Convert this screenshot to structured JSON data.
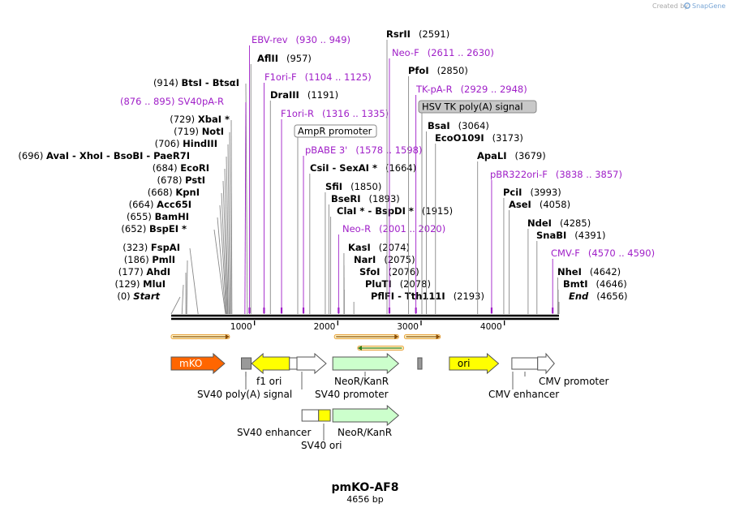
{
  "credit": {
    "created_by": "Created by",
    "brand": "SnapGene"
  },
  "title": "pmKO-AF8",
  "length_label": "4656 bp",
  "ruler": {
    "start": 0,
    "end": 4656,
    "ticks": [
      "1000",
      "2000",
      "3000",
      "4000"
    ]
  },
  "colors": {
    "primer": "#a020c8",
    "mKO": "#ff6600",
    "yellow": "#ffff00",
    "neo": "#ccffcc",
    "gray": "#999999",
    "orf": "#e8a23c"
  },
  "left_sites": [
    {
      "name": "Start",
      "pos": "(0)",
      "bp": 0,
      "italic": true
    },
    {
      "name": "MluI",
      "pos": "(129)",
      "bp": 129
    },
    {
      "name": "AhdI",
      "pos": "(177)",
      "bp": 177
    },
    {
      "name": "PmlI",
      "pos": "(186)",
      "bp": 186
    },
    {
      "name": "FspAI",
      "pos": "(323)",
      "bp": 323
    },
    {
      "name": "BspEI *",
      "pos": "(652)",
      "bp": 652
    },
    {
      "name": "BamHI",
      "pos": "(655)",
      "bp": 655
    },
    {
      "name": "Acc65I",
      "pos": "(664)",
      "bp": 664
    },
    {
      "name": "KpnI",
      "pos": "(668)",
      "bp": 668
    },
    {
      "name": "PstI",
      "pos": "(678)",
      "bp": 678
    },
    {
      "name": "EcoRI",
      "pos": "(684)",
      "bp": 684
    },
    {
      "name": "AvaI  - XhoI  - BsoBI  - PaeR7I",
      "pos": "(696)",
      "bp": 696
    },
    {
      "name": "HindIII",
      "pos": "(706)",
      "bp": 706
    },
    {
      "name": "NotI",
      "pos": "(719)",
      "bp": 719
    },
    {
      "name": "XbaI *",
      "pos": "(729)",
      "bp": 729
    },
    {
      "name": "BtsI  - BtsαI",
      "pos": "(914)",
      "bp": 914
    }
  ],
  "right_sites": [
    {
      "name": "SV40pA-R",
      "pos": "(876 .. 895)",
      "bp": 885,
      "primer": true,
      "side": "left"
    },
    {
      "name": "EBV-rev",
      "pos": "(930 .. 949)",
      "bp": 940,
      "primer": true
    },
    {
      "name": "AflII",
      "pos": "(957)",
      "bp": 957
    },
    {
      "name": "F1ori-F",
      "pos": "(1104 .. 1125)",
      "bp": 1115,
      "primer": true
    },
    {
      "name": "DraIII",
      "pos": "(1191)",
      "bp": 1191
    },
    {
      "name": "F1ori-R",
      "pos": "(1316 .. 1335)",
      "bp": 1325,
      "primer": true
    },
    {
      "name": "pBABE 3'",
      "pos": "(1578 .. 1598)",
      "bp": 1588,
      "primer": true
    },
    {
      "name": "CsiI  - SexAI *",
      "pos": "(1664)",
      "bp": 1664
    },
    {
      "name": "SfiI",
      "pos": "(1850)",
      "bp": 1850
    },
    {
      "name": "BseRI",
      "pos": "(1893)",
      "bp": 1893
    },
    {
      "name": "ClaI *  - BspDI *",
      "pos": "(1915)",
      "bp": 1915
    },
    {
      "name": "Neo-R",
      "pos": "(2001 .. 2020)",
      "bp": 2010,
      "primer": true
    },
    {
      "name": "KasI",
      "pos": "(2074)",
      "bp": 2074
    },
    {
      "name": "NarI",
      "pos": "(2075)",
      "bp": 2075
    },
    {
      "name": "SfoI",
      "pos": "(2076)",
      "bp": 2076
    },
    {
      "name": "PluTI",
      "pos": "(2078)",
      "bp": 2078
    },
    {
      "name": "PflFI  - Tth111I",
      "pos": "(2193)",
      "bp": 2193
    },
    {
      "name": "RsrII",
      "pos": "(2591)",
      "bp": 2591
    },
    {
      "name": "Neo-F",
      "pos": "(2611 .. 2630)",
      "bp": 2620,
      "primer": true
    },
    {
      "name": "PfoI",
      "pos": "(2850)",
      "bp": 2850
    },
    {
      "name": "TK-pA-R",
      "pos": "(2929 .. 2948)",
      "bp": 2938,
      "primer": true
    },
    {
      "name": "BsaI",
      "pos": "(3064)",
      "bp": 3064
    },
    {
      "name": "EcoO109I",
      "pos": "(3173)",
      "bp": 3173
    },
    {
      "name": "ApaLI",
      "pos": "(3679)",
      "bp": 3679
    },
    {
      "name": "pBR322ori-F",
      "pos": "(3838 .. 3857)",
      "bp": 3847,
      "primer": true
    },
    {
      "name": "PciI",
      "pos": "(3993)",
      "bp": 3993
    },
    {
      "name": "AseI",
      "pos": "(4058)",
      "bp": 4058
    },
    {
      "name": "NdeI",
      "pos": "(4285)",
      "bp": 4285
    },
    {
      "name": "SnaBI",
      "pos": "(4391)",
      "bp": 4391
    },
    {
      "name": "CMV-F",
      "pos": "(4570 .. 4590)",
      "bp": 4580,
      "primer": true
    },
    {
      "name": "NheI",
      "pos": "(4642)",
      "bp": 4642
    },
    {
      "name": "BmtI",
      "pos": "(4646)",
      "bp": 4646
    },
    {
      "name": "End",
      "pos": "(4656)",
      "bp": 4656,
      "italic": true
    }
  ],
  "boxed_labels": [
    {
      "text": "AmpR promoter",
      "bp": 1450,
      "style": "white"
    },
    {
      "text": "HSV TK poly(A) signal",
      "bp": 3000,
      "style": "gray"
    }
  ],
  "features": [
    {
      "label": "mKO",
      "kind": "arrow",
      "start": 0,
      "end": 642,
      "row": 0,
      "color": "#ff6600",
      "inside": true
    },
    {
      "label": "",
      "kind": "box",
      "start": 843,
      "end": 960,
      "row": 0,
      "color": "#999999"
    },
    {
      "label": "",
      "kind": "arrow-rev",
      "start": 966,
      "end": 1420,
      "row": 0,
      "color": "#ffff00"
    },
    {
      "label": "",
      "kind": "box",
      "start": 1420,
      "end": 1510,
      "row": 0,
      "color": "#ffffff"
    },
    {
      "label": "",
      "kind": "arrow",
      "start": 1510,
      "end": 1860,
      "row": 0,
      "color": "#ffffff"
    },
    {
      "label": "",
      "kind": "arrow",
      "start": 1940,
      "end": 2730,
      "row": 0,
      "color": "#ccffcc"
    },
    {
      "label": "",
      "kind": "box",
      "start": 2960,
      "end": 3010,
      "row": 0,
      "color": "#999999"
    },
    {
      "label": "ori",
      "kind": "arrow",
      "start": 3340,
      "end": 3930,
      "row": 0,
      "color": "#ffff00",
      "inside": true
    },
    {
      "label": "",
      "kind": "box",
      "start": 4090,
      "end": 4400,
      "row": 0,
      "color": "#ffffff"
    },
    {
      "label": "",
      "kind": "arrow",
      "start": 4400,
      "end": 4600,
      "row": 0,
      "color": "#ffffff"
    },
    {
      "label": "",
      "kind": "box",
      "start": 1570,
      "end": 1770,
      "row": 1,
      "color": "#ffffff"
    },
    {
      "label": "",
      "kind": "box",
      "start": 1770,
      "end": 1910,
      "row": 1,
      "color": "#ffff00"
    },
    {
      "label": "",
      "kind": "arrow",
      "start": 1940,
      "end": 2730,
      "row": 1,
      "color": "#ccffcc"
    }
  ],
  "feature_labels": [
    {
      "text": "f1 ori",
      "bp": 1180,
      "row": 0,
      "line": 1
    },
    {
      "text": "SV40 poly(A) signal",
      "bp": 900,
      "row": 0,
      "line": 2
    },
    {
      "text": "NeoR/KanR",
      "bp": 2300,
      "row": 0,
      "line": 1
    },
    {
      "text": "SV40 promoter",
      "bp": 1700,
      "row": 0,
      "line": 2
    },
    {
      "text": "CMV promoter",
      "bp": 4450,
      "row": 0,
      "line": 1
    },
    {
      "text": "CMV enhancer",
      "bp": 4060,
      "row": 0,
      "line": 2
    },
    {
      "text": "SV40 enhancer",
      "bp": 1350,
      "row": 1,
      "line": 1
    },
    {
      "text": "NeoR/KanR",
      "bp": 2300,
      "row": 1,
      "line": 1
    },
    {
      "text": "SV40 ori",
      "bp": 1800,
      "row": 1,
      "line": 2
    }
  ],
  "orfs": [
    {
      "start": 0,
      "end": 700,
      "dir": 1,
      "track": 0
    },
    {
      "start": 1960,
      "end": 2730,
      "dir": 1,
      "track": 0
    },
    {
      "start": 2800,
      "end": 3230,
      "dir": 1,
      "track": 0
    },
    {
      "start": 2240,
      "end": 2790,
      "dir": -1,
      "track": 1
    }
  ]
}
